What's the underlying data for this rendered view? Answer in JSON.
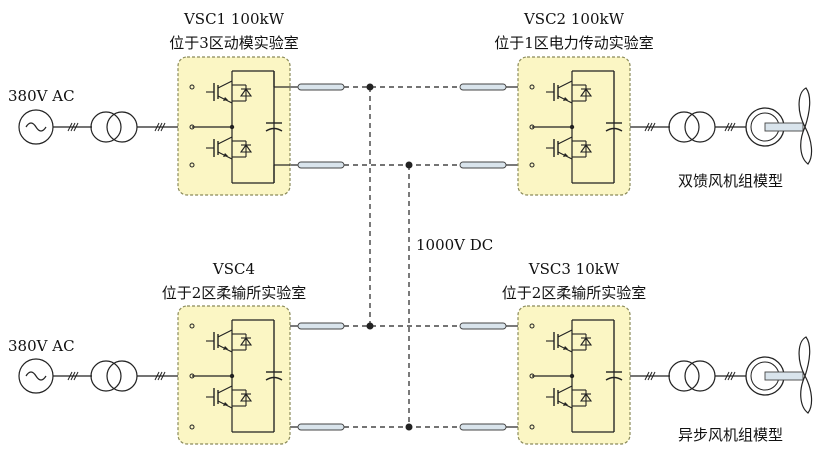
{
  "colors": {
    "box_fill": "#fbf6c4",
    "box_border": "#8a8a5a",
    "line": "#222222",
    "cable_fill": "#d9e4ec"
  },
  "converters": [
    {
      "name": "VSC1 100kW",
      "location": "位于3区动模实验室"
    },
    {
      "name": "VSC2 100kW",
      "location": "位于1区电力传动实验室"
    },
    {
      "name": "VSC4",
      "location": "位于2区柔输所实验室"
    },
    {
      "name": "VSC3 10kW",
      "location": "位于2区柔输所实验室"
    }
  ],
  "ac_source_top": "380V AC",
  "ac_source_bottom": "380V AC",
  "dc_bus": "1000V DC",
  "wind_top": "双馈风机组模型",
  "wind_bottom": "异步风机组模型",
  "icons": [
    "ac-source-icon",
    "transformer-icon",
    "igbt-bridge-icon",
    "capacitor-icon",
    "generator-icon",
    "turbine-blade-icon",
    "cable-icon"
  ]
}
